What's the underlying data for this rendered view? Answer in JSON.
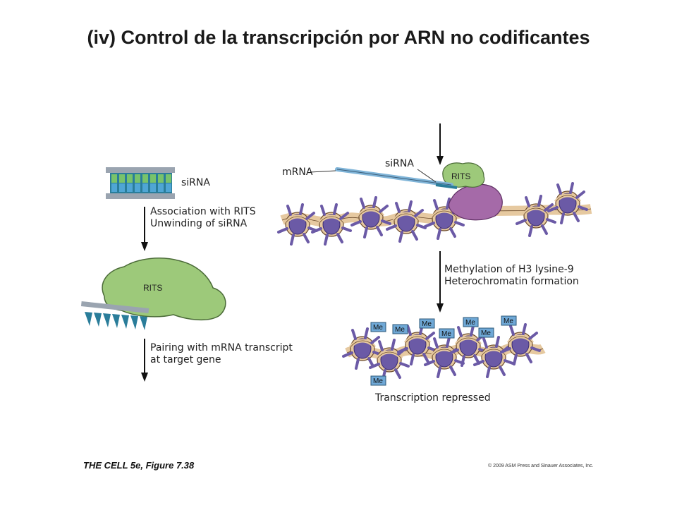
{
  "title": "(iv) Control de la transcripción por ARN no codificantes",
  "left_panel": {
    "sirna_label": "siRNA",
    "step1_line1": "Association with RITS",
    "step1_line2": "Unwinding of siRNA",
    "rits_label": "RITS",
    "step2_line1": "Pairing with mRNA transcript",
    "step2_line2": "at target gene"
  },
  "right_panel": {
    "mrna_label": "mRNA",
    "sirna_label": "siRNA",
    "rits_label": "RITS",
    "step3_line1": "Methylation of H3 lysine-9",
    "step3_line2": "Heterochromatin formation",
    "me_label": "Me",
    "result_label": "Transcription repressed"
  },
  "footer": {
    "figure_ref": "THE CELL 5e, Figure 7.38",
    "copyright": "© 2009 ASM Press and Sinauer Associates, Inc."
  },
  "colors": {
    "rits_green": "#9dc97a",
    "nucleosome_purple": "#6b5aa6",
    "dna_tan": "#e6c9a0",
    "pol_magenta": "#a56aa8",
    "sirna_teal": "#2a7d9a",
    "me_blue": "#6fa8d6"
  }
}
